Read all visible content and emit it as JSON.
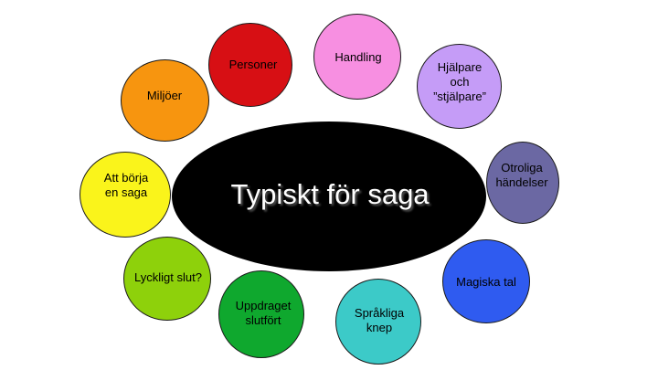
{
  "center": {
    "title": "Typiskt för saga",
    "color": "#000000"
  },
  "bubbles": [
    {
      "lines": [
        "Personer"
      ],
      "color": "#D70F14"
    },
    {
      "lines": [
        "Handling"
      ],
      "color": "#F78FE1"
    },
    {
      "lines": [
        "Hjälpare",
        "och",
        "”stjälpare”"
      ],
      "color": "#C59CF7"
    },
    {
      "lines": [
        "Otroliga",
        "händelser"
      ],
      "color": "#6B68A3"
    },
    {
      "lines": [
        "Magiska tal"
      ],
      "color": "#2F5BF0"
    },
    {
      "lines": [
        "Språkliga",
        "knep"
      ],
      "color": "#3CCAC8"
    },
    {
      "lines": [
        "Uppdraget",
        "slutfört"
      ],
      "color": "#0FA82E"
    },
    {
      "lines": [
        "Lyckligt slut?"
      ],
      "color": "#8ED10B"
    },
    {
      "lines": [
        "Att börja",
        "en saga"
      ],
      "color": "#FAF41B"
    },
    {
      "lines": [
        "Miljöer"
      ],
      "color": "#F7950F"
    }
  ]
}
